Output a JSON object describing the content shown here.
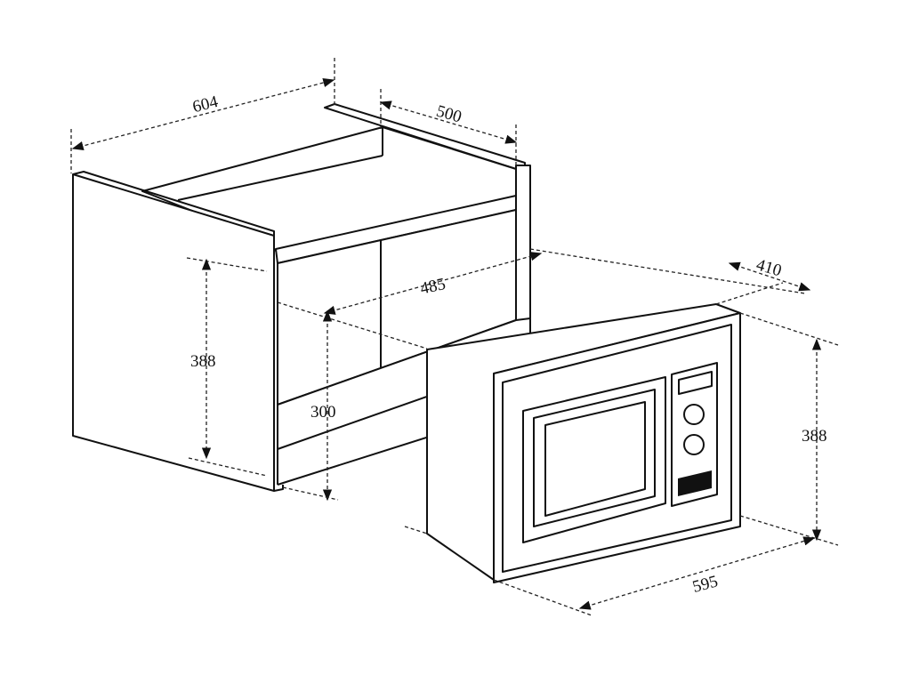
{
  "diagram": {
    "colors": {
      "line": "#111111",
      "background": "#ffffff"
    },
    "dimensions": {
      "cabinet_width": "604",
      "cabinet_depth": "500",
      "cabinet_opening_width": "485",
      "cabinet_height": "388",
      "opening_height": "300",
      "microwave_depth": "410",
      "microwave_height": "388",
      "microwave_width": "595"
    }
  }
}
